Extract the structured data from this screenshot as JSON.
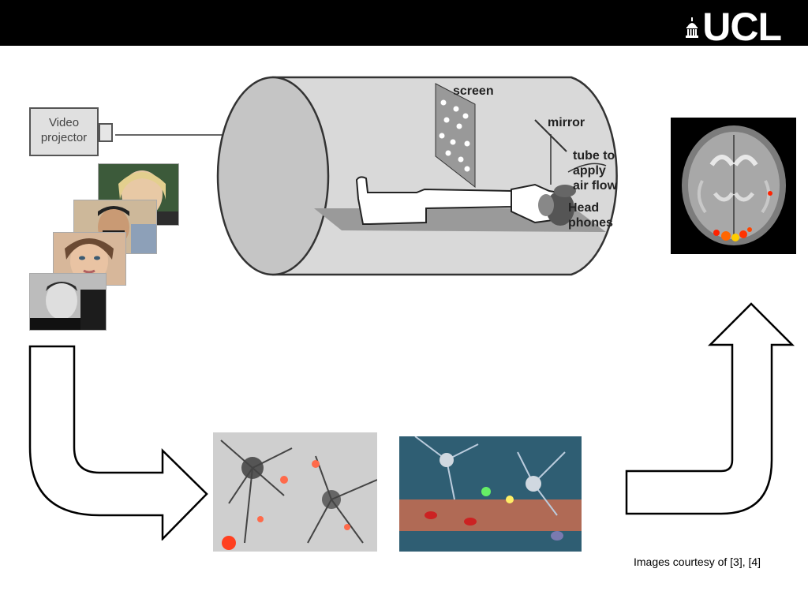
{
  "header": {
    "logo_text": "UCL"
  },
  "projector": {
    "label": "Video\nprojector"
  },
  "scanner": {
    "screen_label": "screen",
    "mirror_label": "mirror",
    "tube_label": "tube to apply\nair flow",
    "headphones_label": "Head phones"
  },
  "caption": "Images courtesy of [3], [4]",
  "icons": [
    "ucl-logo-dome-icon",
    "arrow-down-right-icon",
    "arrow-up-icon"
  ],
  "colors": {
    "topbar": "#000000",
    "scanner_fill": "#d9d9d9",
    "arrow_stroke": "#000000"
  }
}
